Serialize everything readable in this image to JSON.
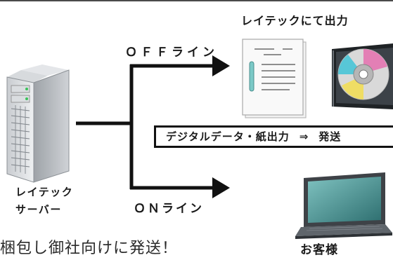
{
  "header": {
    "output_title": "レイテックにて出力"
  },
  "routes": {
    "off_line": "ＯＦＦライン",
    "on_line": "ＯＮライン"
  },
  "server": {
    "label_line1": "レイテック",
    "label_line2": "サーバー"
  },
  "banner": {
    "text": "デジタルデータ・紙出力",
    "arrow": "⇒",
    "suffix": "発送"
  },
  "customer": {
    "label": "お客様"
  },
  "footer": {
    "caption": "梱包し御社向けに発送！"
  },
  "icons": [
    "server-icon",
    "document-icon",
    "cd-case-icon",
    "laptop-icon"
  ],
  "colors": {
    "arrow": "#111111",
    "cd_cyan": "#3fc3d6",
    "laptop_screen": "#4f9a98"
  }
}
